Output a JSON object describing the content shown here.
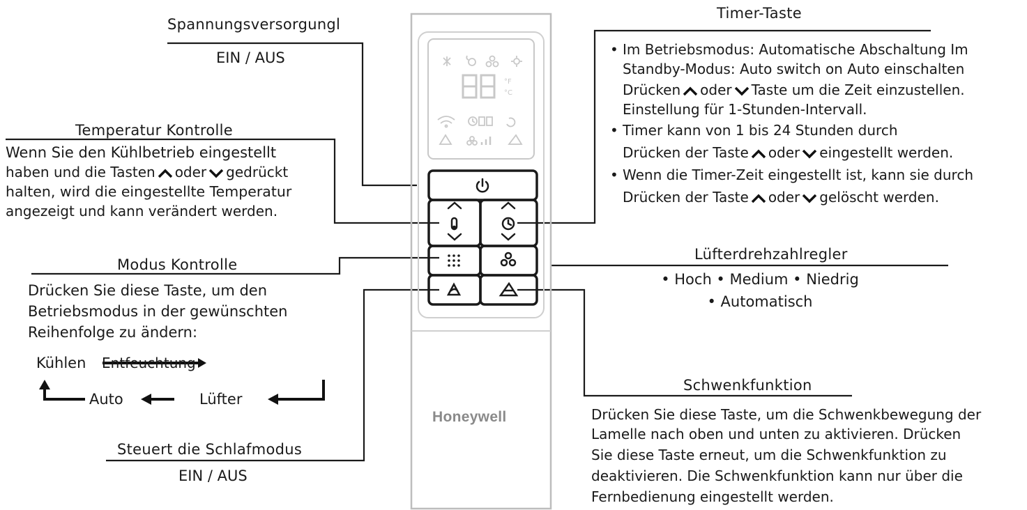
{
  "power": {
    "heading": "Spannungsversorgungl",
    "text": "EIN / AUS"
  },
  "temperature": {
    "heading": "Temperatur Kontrolle",
    "line1": "Wenn Sie den Kühlbetrieb eingestellt",
    "line2a": "haben und die Tasten",
    "line2b": "oder",
    "line2c": "gedrückt",
    "line3": "halten, wird die eingestellte Temperatur",
    "line4": "angezeigt und kann verändert werden."
  },
  "mode": {
    "heading": "Modus Kontrolle",
    "line1": "Drücken Sie diese Taste, um den",
    "line2": "Betriebsmodus in der gewünschten",
    "line3": "Reihenfolge zu ändern:",
    "cycle_cool": "Kühlen",
    "cycle_dehum": "Entfeuchtung",
    "cycle_auto": "Auto",
    "cycle_fan": "Lüfter"
  },
  "sleep": {
    "heading": "Steuert die Schlafmodus",
    "text": "EIN / AUS"
  },
  "timer": {
    "heading": "Timer-Taste",
    "b1_line1": "Im Betriebsmodus: Automatische Abschaltung Im",
    "b1_line2": "Standby-Modus: Auto switch on Auto einschalten",
    "b1_line3a": "Drücken",
    "b1_line3b": "oder",
    "b1_line3c": "Taste um die Zeit einzustellen.",
    "b1_line4": "Einstellung für 1-Stunden-Intervall.",
    "b2_line1": "Timer kann von 1 bis 24 Stunden durch",
    "b2_line2a": "Drücken der Taste",
    "b2_line2b": "oder",
    "b2_line2c": "eingestellt werden.",
    "b3_line1": "Wenn die Timer-Zeit eingestellt ist, kann sie durch",
    "b3_line2a": "Drücken der Taste",
    "b3_line2b": "oder",
    "b3_line2c": "gelöscht werden."
  },
  "fan_speed": {
    "heading": "Lüfterdrehzahlregler",
    "line1": "• Hoch • Medium • Niedrig",
    "line2": "• Automatisch"
  },
  "swing": {
    "heading": "Schwenkfunktion",
    "line1": "Drücken Sie diese Taste, um die  Schwenkbewegung der",
    "line2": "Lamelle nach oben und unten zu  aktivieren. Drücken",
    "line3": "Sie diese Taste erneut, um die Schwenkfunktion zu",
    "line4": "deaktivieren. Die Schwenkfunktion kann nur über die",
    "line5": "Fernbedienung eingestellt werden."
  },
  "remote": {
    "display_digits": "88",
    "unit_f": "°F",
    "unit_c": "°C",
    "timer_digits": "88",
    "brand": "Honeywell"
  },
  "colors": {
    "line": "#1a1a1a",
    "remote_outline": "#bdbdbd",
    "display_icon": "#c8c8c8",
    "button_border": "#1a1a1a",
    "brand": "#8a8a8a"
  },
  "icons": [
    "power-icon",
    "thermometer-icon",
    "clock-icon",
    "chevron-up-icon",
    "chevron-down-icon",
    "mode-dots-icon",
    "fan-icon",
    "sleep-icon",
    "swing-icon",
    "wifi-icon",
    "snowflake-icon",
    "sun-icon",
    "drop-icon",
    "refresh-icon",
    "signal-icon"
  ]
}
